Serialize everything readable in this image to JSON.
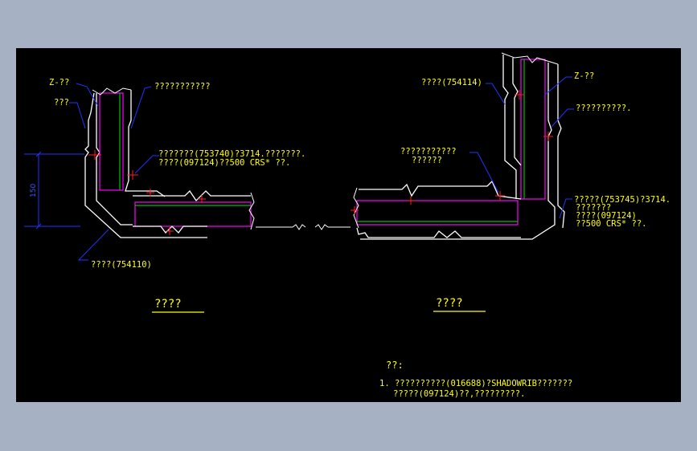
{
  "colors": {
    "background": "#a6b1c3",
    "canvas": "#000000",
    "outline": "#ffffff",
    "magenta": "#ff00ff",
    "green": "#00c000",
    "leader": "#2233ff",
    "text": "#ffff00",
    "mark": "#ff2020"
  },
  "left_detail": {
    "label_z": "Z-??",
    "label_a": "???",
    "label_b": "???????????",
    "label_c1": "???????(753740)?3714.???????.",
    "label_c2": "????(097124)??500 CRS* ??.",
    "label_d": "????(754110)",
    "dimension": "150",
    "title": "????"
  },
  "right_detail": {
    "label_a": "????(754114)",
    "label_z": "Z-??",
    "label_b": "??????????.",
    "label_c1": "???????????",
    "label_c2": "??????",
    "label_d1": "?????(753745)?3714.",
    "label_d2": "???????",
    "label_d3": "????(097124)",
    "label_d4": "??500 CRS* ??.",
    "title": "????"
  },
  "notes": {
    "heading": "??:",
    "line1": "1.  ??????????(016688)?SHADOWRIB???????",
    "line2": "?????(097124)??,?????????."
  }
}
